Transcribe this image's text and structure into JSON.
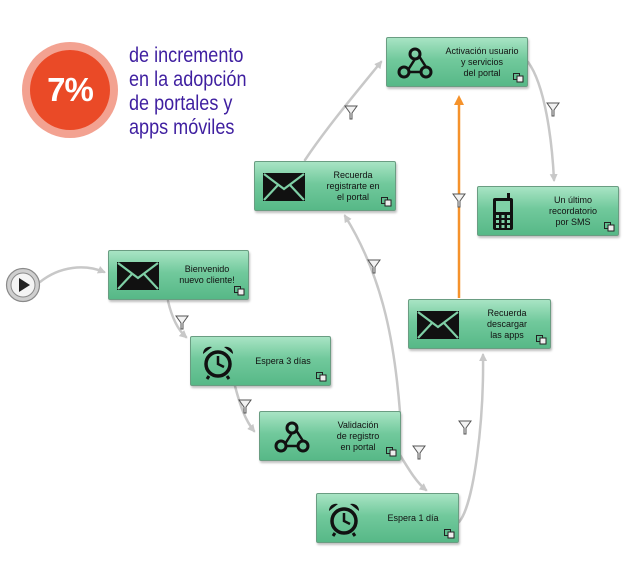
{
  "stat": {
    "value": "7%",
    "lines": [
      "de incremento",
      "en la adopción",
      "de portales y",
      "apps móviles"
    ]
  },
  "colors": {
    "node_top": "#a8e4c4",
    "node_bottom": "#57b887",
    "connector": "#c8c8c8",
    "highlight_connector": "#f5922b",
    "badge": "#ea4a27",
    "headline": "#3f1fa0"
  },
  "nodes": {
    "welcome": {
      "icon": "envelope-icon",
      "label": "Bienvenido\nnuevo cliente!"
    },
    "wait3": {
      "icon": "alarm-clock-icon",
      "label": "Espera 3 días"
    },
    "validation": {
      "icon": "webhook-icon",
      "label": "Validación\nde registro\nen portal"
    },
    "remind_register": {
      "icon": "envelope-icon",
      "label": "Recuerda\nregistrarte en\nel portal"
    },
    "activation": {
      "icon": "webhook-icon",
      "label": "Activación usuario\ny servicios\ndel portal"
    },
    "sms": {
      "icon": "mobile-phone-icon",
      "label": "Un último\nrecordatorio\npor SMS"
    },
    "remind_apps": {
      "icon": "envelope-icon",
      "label": "Recuerda\ndescargar\nlas apps"
    },
    "wait1": {
      "icon": "alarm-clock-icon",
      "label": "Espera 1 día"
    }
  }
}
